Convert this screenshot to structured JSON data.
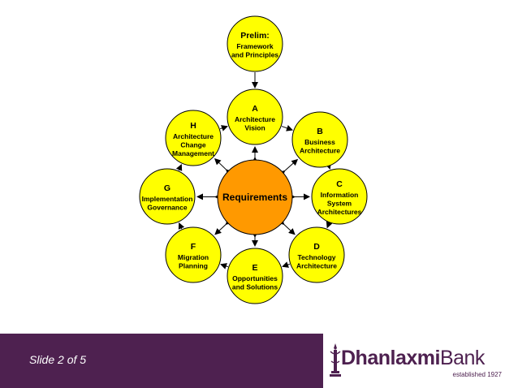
{
  "diagram": {
    "center": {
      "label": "Requirements"
    },
    "nodes": [
      {
        "key": "prelim",
        "title": "Prelim:",
        "lines": [
          "Framework",
          "and Principles"
        ]
      },
      {
        "key": "a",
        "title": "A",
        "lines": [
          "Architecture",
          "Vision"
        ]
      },
      {
        "key": "b",
        "title": "B",
        "lines": [
          "Business",
          "Architecture"
        ]
      },
      {
        "key": "c",
        "title": "C",
        "lines": [
          "Information",
          "System",
          "Architectures"
        ]
      },
      {
        "key": "d",
        "title": "D",
        "lines": [
          "Technology",
          "Architecture"
        ]
      },
      {
        "key": "e",
        "title": "E",
        "lines": [
          "Opportunities",
          "and Solutions"
        ]
      },
      {
        "key": "f",
        "title": "F",
        "lines": [
          "Migration",
          "Planning"
        ]
      },
      {
        "key": "g",
        "title": "G",
        "lines": [
          "Implementation",
          "Governance"
        ]
      },
      {
        "key": "h",
        "title": "H",
        "lines": [
          "Architecture",
          "Change",
          "Management"
        ]
      }
    ],
    "colors": {
      "node_fill": "#ffff00",
      "center_fill": "#ff9900",
      "stroke": "#000000"
    }
  },
  "footer": {
    "slide_label": "Slide 2 of 5",
    "brand_bold": "Dhanlaxmi",
    "brand_light": "Bank",
    "brand_tagline": "established 1927",
    "colors": {
      "band": "#4e2150"
    }
  }
}
